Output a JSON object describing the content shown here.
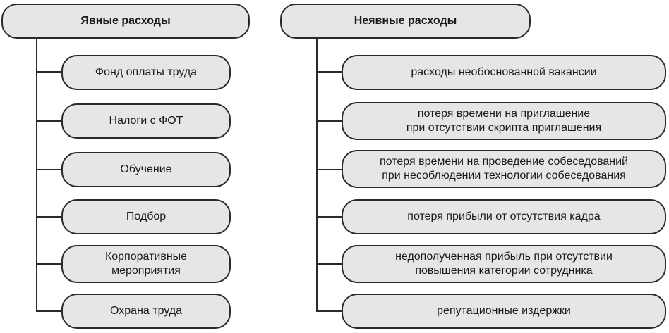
{
  "explicit": {
    "title": "Явные расходы",
    "items": [
      "Фонд оплаты труда",
      "Налоги с ФОТ",
      "Обучение",
      "Подбор",
      "Корпоративные\nмероприятия",
      "Охрана труда"
    ]
  },
  "implicit": {
    "title": "Неявные расходы",
    "items": [
      "расходы необоснованной вакансии",
      "потеря времени на приглашение\nпри отсутствии скрипта приглашения",
      "потеря времени на проведение собеседований\nпри несоблюдении технологии собеседования",
      "потеря прибыли от отсутствия кадра",
      "недополученная прибыль при отсутствии\nповышения категории сотрудника",
      "репутационные издержки"
    ]
  },
  "colors": {
    "box_fill": "#e6e6e6",
    "border": "#2a2a2a"
  }
}
